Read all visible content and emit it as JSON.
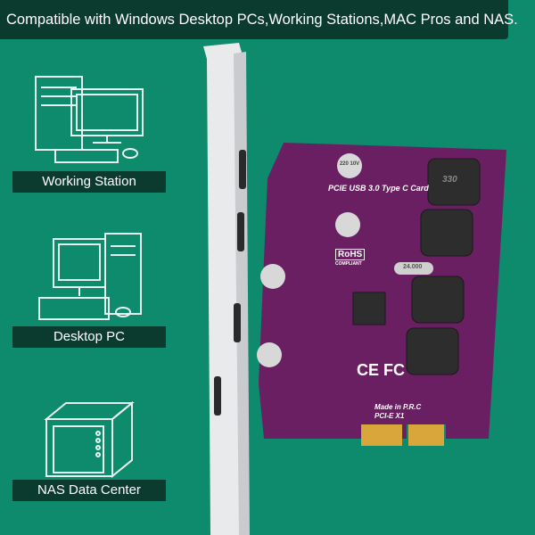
{
  "banner": {
    "text": "Compatible with Windows Desktop PCs,Working Stations,MAC Pros and NAS."
  },
  "devices": [
    {
      "label": "Working Station",
      "icon": "workstation-icon"
    },
    {
      "label": "Desktop PC",
      "icon": "desktop-pc-icon"
    },
    {
      "label": "NAS Data Center",
      "icon": "nas-icon"
    }
  ],
  "card": {
    "title": "PCIE USB 3.0 Type C Card",
    "rohs": "RoHS",
    "rohs_sub": "COMPLIANT",
    "certs": "CE FC",
    "made_in": "Made in P.R.C",
    "interface": "PCI-E X1",
    "inductor_value": "330",
    "capacitor_value": "220 10V",
    "crystal": "24.000"
  },
  "colors": {
    "background": "#0e8a6c",
    "banner": "#0b3a2f",
    "pcb": "#6b1f63",
    "bracket": "#e9eaec"
  }
}
